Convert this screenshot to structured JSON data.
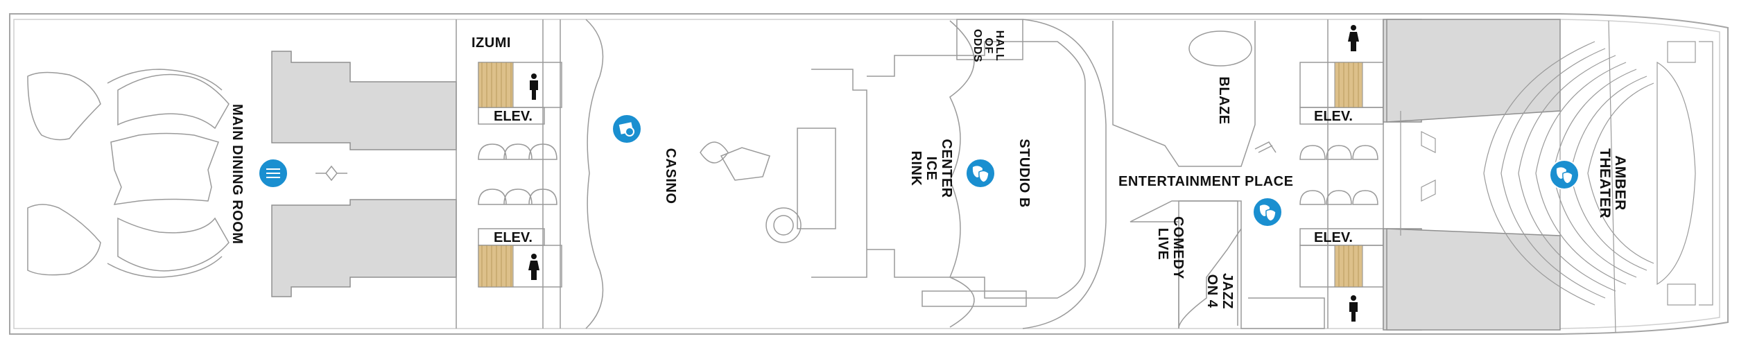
{
  "deck": {
    "venues": {
      "main_dining_room": "MAIN DINING ROOM",
      "izumi": "IZUMI",
      "casino": "CASINO",
      "hall_of_odds": [
        "HALL",
        "OF",
        "ODDS"
      ],
      "center_ice_rink": [
        "CENTER",
        "ICE",
        "RINK"
      ],
      "studio_b": "STUDIO B",
      "blaze": "BLAZE",
      "entertainment_place": "ENTERTAINMENT PLACE",
      "comedy_live": [
        "COMEDY",
        "LIVE"
      ],
      "jazz_on_4": [
        "JAZZ",
        "ON 4"
      ],
      "amber_theater": [
        "AMBER",
        "THEATER"
      ]
    },
    "elevator_label": "ELEV.",
    "icons": {
      "dining": "fork-knife-icon",
      "casino": "casino-chips-icon",
      "entertainment": "theater-masks-icon",
      "restroom_men": "man-restroom-icon",
      "restroom_women": "woman-restroom-icon"
    },
    "colors": {
      "outline": "#9a9a9a",
      "service_area": "#d9d9d9",
      "stairs": "#ddc08a",
      "badge": "#1a8fd0",
      "text": "#111111"
    }
  }
}
